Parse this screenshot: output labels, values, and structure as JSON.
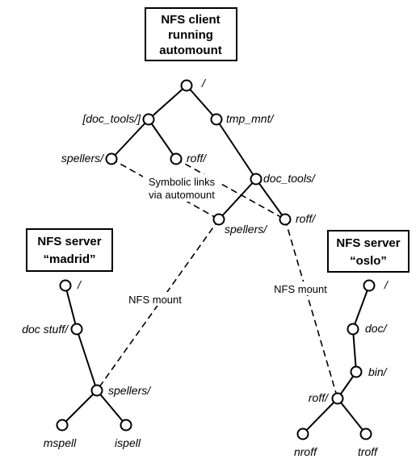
{
  "client_box": {
    "lines": [
      "NFS client",
      "running",
      "automount"
    ]
  },
  "madrid_box": {
    "lines": [
      "NFS server",
      "“madrid”"
    ]
  },
  "oslo_box": {
    "lines": [
      "NFS server",
      "“oslo”"
    ]
  },
  "client_tree": {
    "root": "/",
    "doc_tools_bracket": "[doc_tools/]",
    "tmp_mnt": "tmp_mnt/",
    "spellers": "spellers/",
    "roff": "roff/",
    "doc_tools": "doc_tools/",
    "spellers_mounted": "spellers/",
    "roff_mounted": "roff/"
  },
  "annotations": {
    "symbolic_links_line1": "Symbolic links",
    "symbolic_links_line2": "via automount",
    "nfs_mount_left": "NFS mount",
    "nfs_mount_right": "NFS mount"
  },
  "madrid_tree": {
    "root": "/",
    "doc_stuff": "doc stuff/",
    "spellers": "spellers/",
    "mspell": "mspell",
    "ispell": "ispell"
  },
  "oslo_tree": {
    "root": "/",
    "doc": "doc/",
    "bin": "bin/",
    "roff": "roff/",
    "nroff": "nroff",
    "troff": "troff"
  }
}
